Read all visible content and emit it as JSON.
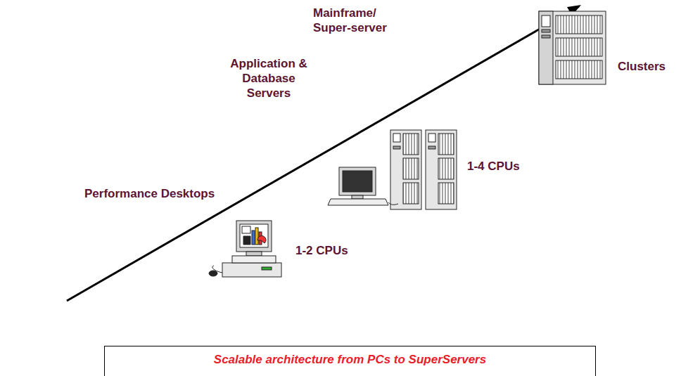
{
  "diagram": {
    "caption": "Scalable architecture from PCs to SuperServers",
    "labels": [
      "Mainframe/ Super-server",
      "Application & Database Servers",
      "Performance Desktops",
      "1-2 CPUs",
      "1-4 CPUs",
      "Clusters"
    ]
  }
}
